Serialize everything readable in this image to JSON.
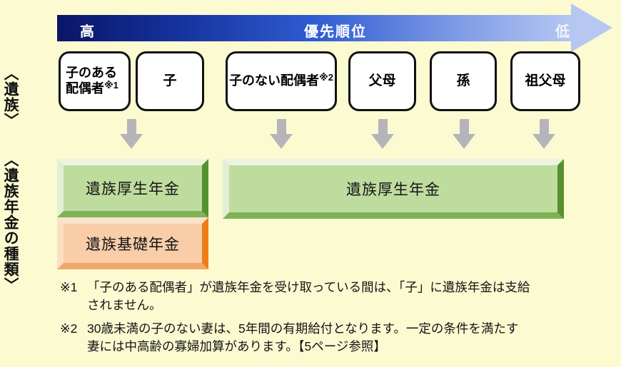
{
  "colors": {
    "background": "#FBFAD1",
    "bar_gradient_start": "#0A1566",
    "bar_gradient_end": "#B6C7F1",
    "green_fill": "#BEDC9E",
    "orange_fill": "#F8CDA8",
    "gray_arrow": "#B5B5B9"
  },
  "side_labels": {
    "survivors": "〈遺族〉",
    "pension_types": "〈遺族年金の種類〉"
  },
  "priority_bar": {
    "high": "高",
    "title": "優先順位",
    "low": "低"
  },
  "beneficiaries": [
    {
      "line1": "子のある",
      "line2": "配偶者",
      "sup": "※1"
    },
    {
      "line1": "子",
      "line2": "",
      "sup": ""
    },
    {
      "line1": "子のない配偶者",
      "line2": "",
      "sup": "※2"
    },
    {
      "line1": "父母",
      "line2": "",
      "sup": ""
    },
    {
      "line1": "孫",
      "line2": "",
      "sup": ""
    },
    {
      "line1": "祖父母",
      "line2": "",
      "sup": ""
    }
  ],
  "pension_boxes": {
    "kosei_left": "遺族厚生年金",
    "kosei_wide": "遺族厚生年金",
    "kiso": "遺族基礎年金"
  },
  "footnotes": [
    {
      "marker": "※1",
      "lines": [
        "「子のある配偶者」が遺族年金を受け取っている間は、「子」に遺族年金は支給",
        "されません。"
      ]
    },
    {
      "marker": "※2",
      "lines": [
        "30歳未満の子のない妻は、5年間の有期給付となります。一定の条件を満たす",
        "妻には中高齢の寡婦加算があります。【5ページ参照】"
      ]
    }
  ]
}
